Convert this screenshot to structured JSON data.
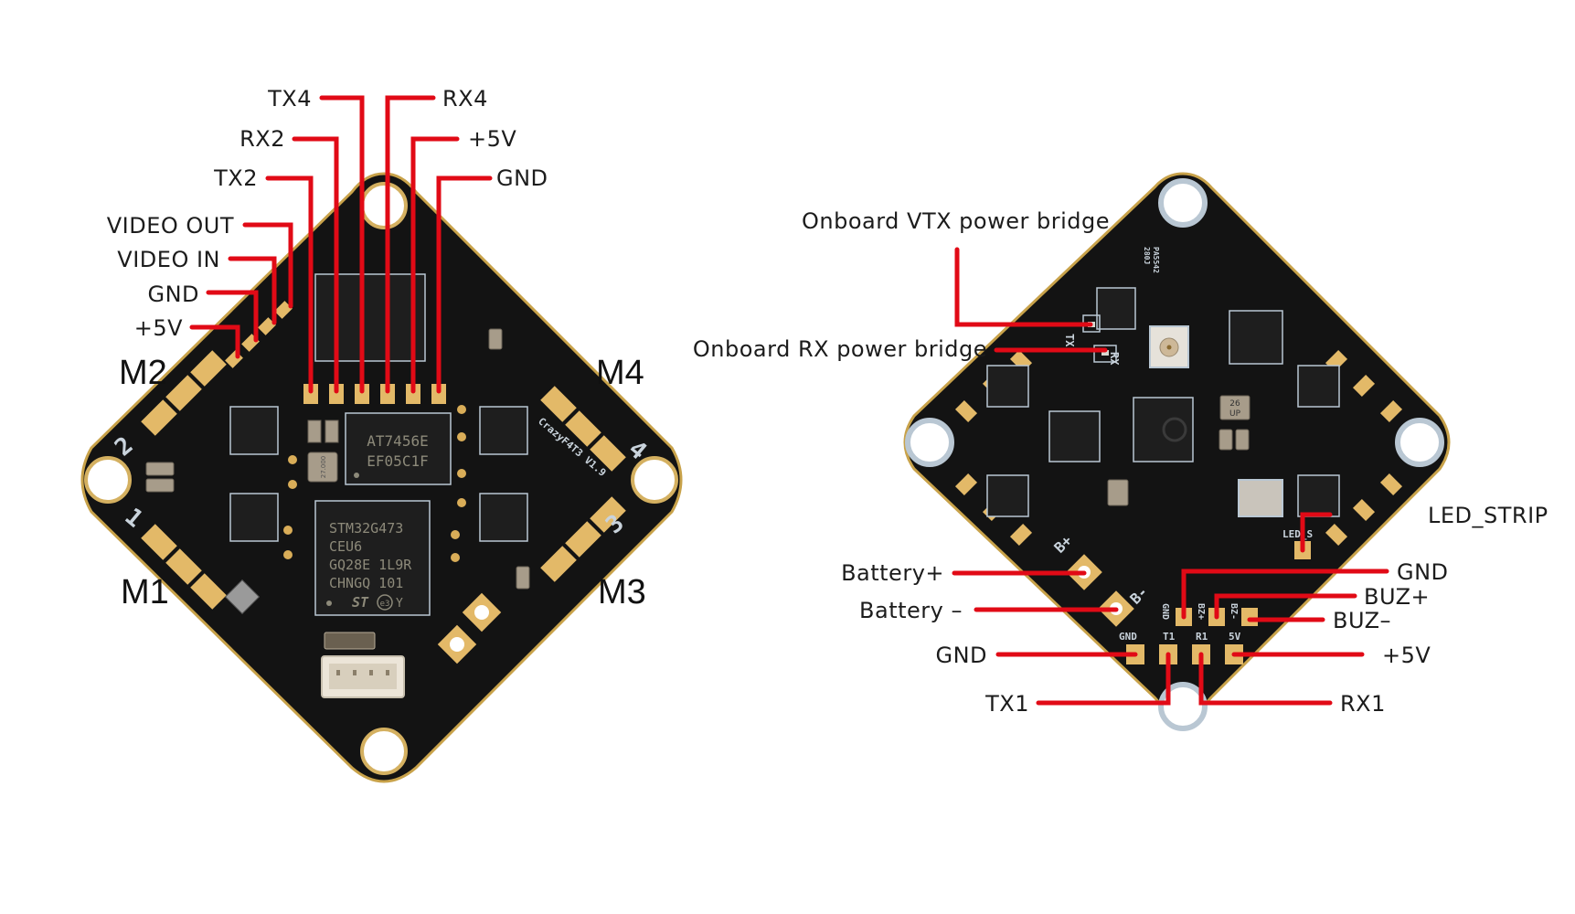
{
  "diagram": {
    "title": "Flight controller wiring diagram (top and bottom views)",
    "colors": {
      "wire": "#e10a16",
      "pad": "#e3b968",
      "board": "#131313",
      "label": "#1c1c1c"
    },
    "left_board": {
      "view": "top",
      "silkscreen": "CrazyF4T3 V1.9",
      "motors": [
        "M1",
        "M2",
        "M3",
        "M4"
      ],
      "motor_pad_numbers": [
        "1",
        "2",
        "3",
        "4"
      ],
      "top_labels": [
        "TX4",
        "RX2",
        "TX2",
        "RX4",
        "+5V",
        "GND"
      ],
      "side_labels": [
        "VIDEO OUT",
        "VIDEO IN",
        "GND",
        "+5V"
      ],
      "osd_chip": [
        "AT7456E",
        "EF05C1F"
      ],
      "mcu_chip": [
        "STM32G473",
        "CEU6",
        "GQ28E 1L9R",
        "CHNGQ 101"
      ],
      "mcu_logo": "ST",
      "mcu_mark": "e3",
      "mcu_suffix": "Y",
      "crystal": "27.000",
      "connector": "4-pin connector"
    },
    "right_board": {
      "view": "bottom",
      "callouts_left": [
        "Onboard VTX power bridge",
        "Onboard RX power bridge",
        "Battery+",
        "Battery –",
        "GND",
        "TX1"
      ],
      "callouts_right": [
        "LED_STRIP",
        "GND",
        "BUZ+",
        "BUZ–",
        "+5V",
        "RX1"
      ],
      "silk_pads": [
        "GND",
        "T1",
        "R1",
        "5V",
        "GND",
        "BZ+",
        "BZ-",
        "B+",
        "B-",
        "LED_S",
        "RX",
        "TX"
      ],
      "chip_labels": [
        "PA5542",
        "280J",
        "26",
        "UP"
      ]
    }
  }
}
